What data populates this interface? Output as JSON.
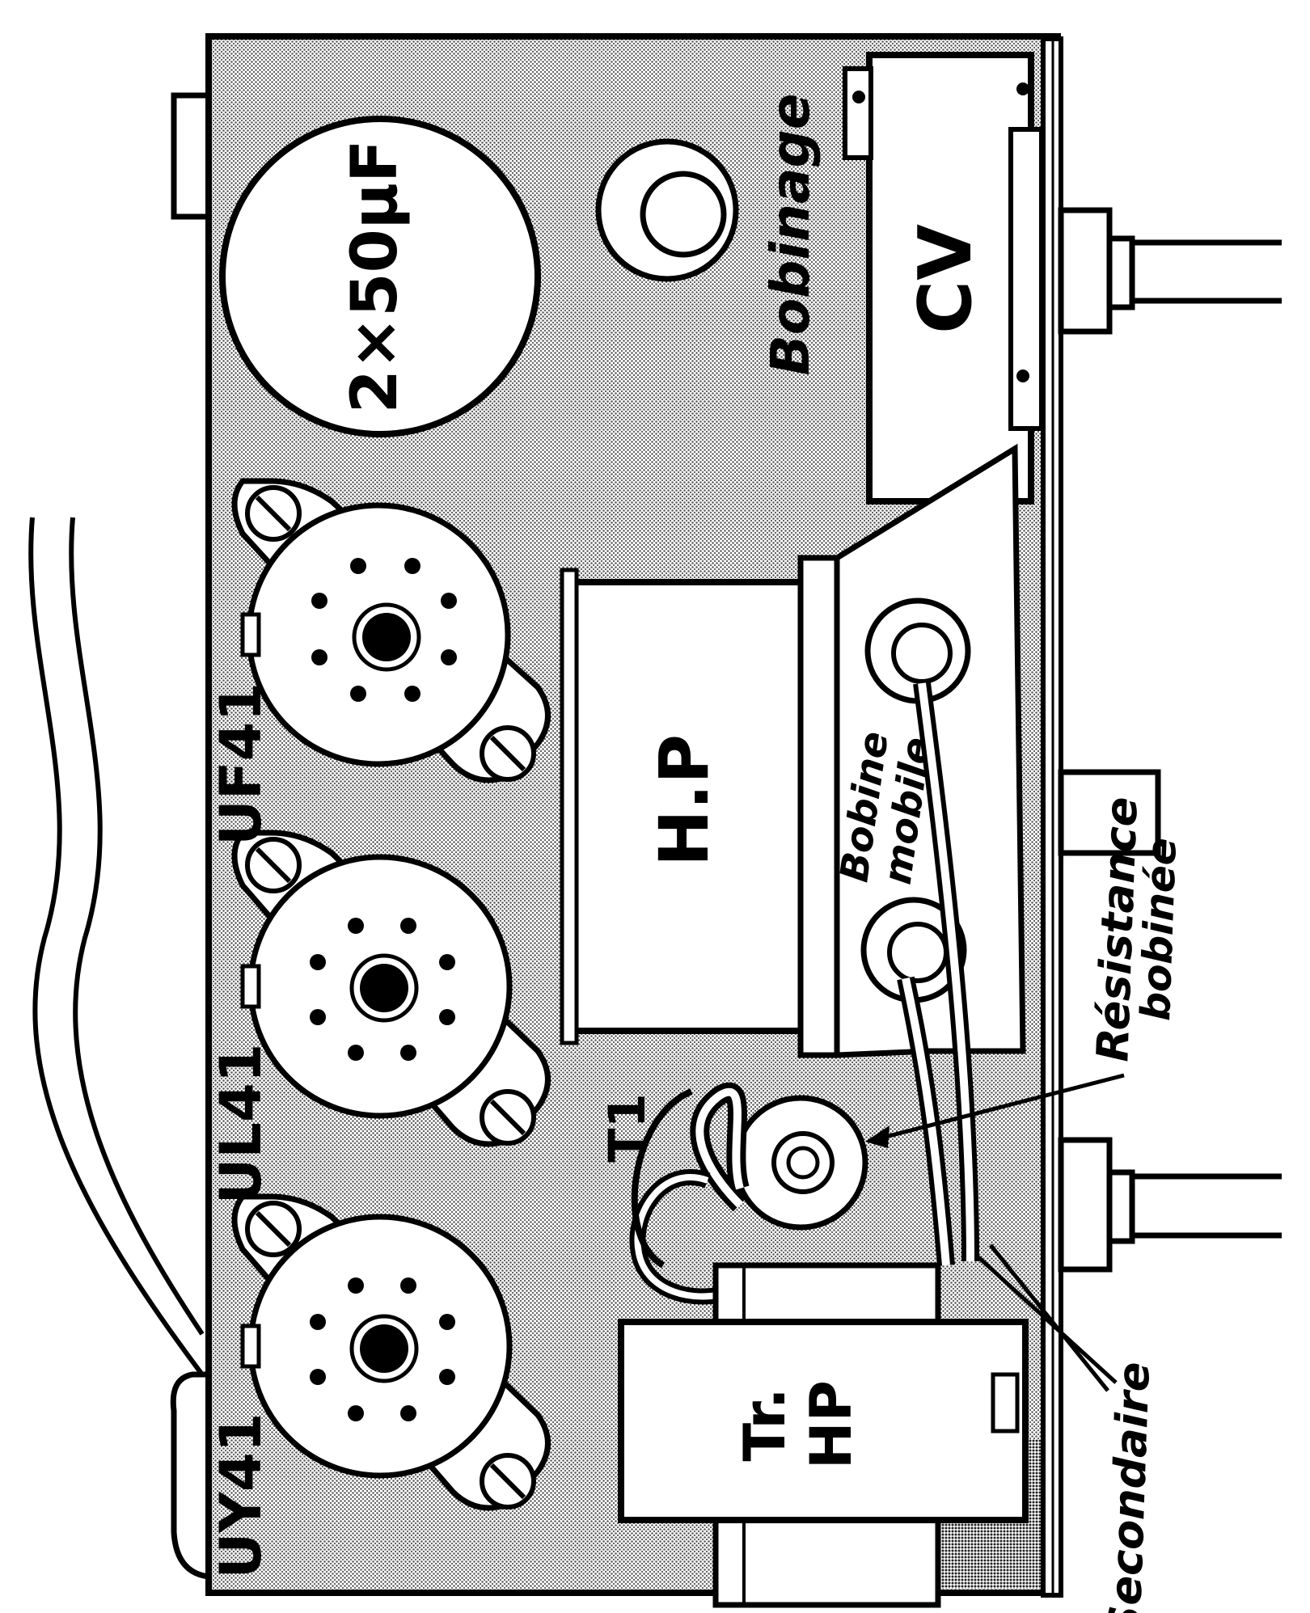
{
  "labels": {
    "tube_uy41": "UY41",
    "tube_ul41": "UL41",
    "tube_uf41": "UF41",
    "capacitor": "2×50µF",
    "coil": "Bobinage",
    "cv": "CV",
    "speaker": "H.P",
    "moving_coil_1": "Bobine",
    "moving_coil_2": "mobile",
    "resistor_1": "Résistance",
    "resistor_2": "bobinée",
    "t1": "T1",
    "transformer_1": "Tr.",
    "transformer_2": "HP",
    "secondary": "Secondaire"
  },
  "colors": {
    "ink": "#000000",
    "paper": "#ffffff",
    "chassis": "#bdbdbd"
  }
}
